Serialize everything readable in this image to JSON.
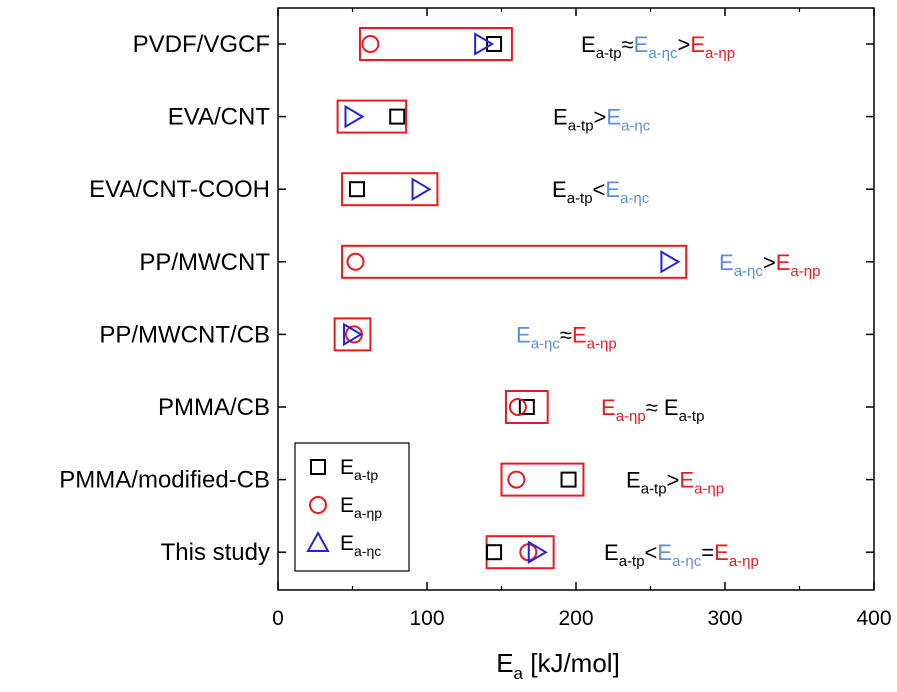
{
  "chart_data": {
    "type": "scatter",
    "categories": [
      "PVDF/VGCF",
      "EVA/CNT",
      "EVA/CNT-COOH",
      "PP/MWCNT",
      "PP/MWCNT/CB",
      "PMMA/CB",
      "PMMA/modified-CB",
      "This study"
    ],
    "series": [
      {
        "name": "E_a-tp",
        "marker": "square",
        "color": "#000000",
        "values": [
          145,
          80,
          53,
          null,
          null,
          167,
          195,
          145
        ]
      },
      {
        "name": "E_a-ηp",
        "marker": "circle",
        "color": "#e8191f",
        "values": [
          62,
          null,
          null,
          52,
          51,
          161,
          160,
          168
        ]
      },
      {
        "name": "E_a-ηc",
        "marker": "triangle",
        "color": "#2323d9",
        "values": [
          137,
          50,
          95,
          262,
          49,
          null,
          null,
          173
        ]
      }
    ],
    "ranges": [
      [
        55,
        157
      ],
      [
        40,
        86
      ],
      [
        43,
        107
      ],
      [
        43,
        274
      ],
      [
        38,
        62
      ],
      [
        153,
        181
      ],
      [
        150,
        205
      ],
      [
        140,
        185
      ]
    ],
    "xlabel": {
      "main": "E",
      "sub": "a",
      "rest": " [kJ/mol]"
    },
    "xlim": [
      0,
      400
    ],
    "xticks": [
      "0",
      "100",
      "200",
      "300",
      "400"
    ],
    "legend": {
      "position": "bottom-left",
      "entries": [
        {
          "main": "E",
          "sub": "a-tp"
        },
        {
          "main": "E",
          "sub": "a-ηp"
        },
        {
          "main": "E",
          "sub": "a-ηc"
        }
      ]
    },
    "annotations": [
      [
        {
          "main": "E",
          "sub": "a-tp",
          "c": "#000000"
        },
        {
          "op": "≈",
          "c": "#000000"
        },
        {
          "main": "E",
          "sub": "a-ηc",
          "c": "#5b8fd6"
        },
        {
          "op": ">",
          "c": "#000000"
        },
        {
          "main": "E",
          "sub": "a-ηp",
          "c": "#e8191f"
        }
      ],
      [
        {
          "main": "E",
          "sub": "a-tp",
          "c": "#000000"
        },
        {
          "op": ">",
          "c": "#000000"
        },
        {
          "main": "E",
          "sub": "a-ηc",
          "c": "#5b8fd6"
        }
      ],
      [
        {
          "main": "E",
          "sub": "a-tp",
          "c": "#000000"
        },
        {
          "op": "<",
          "c": "#000000"
        },
        {
          "main": "E",
          "sub": "a-ηc",
          "c": "#5b8fd6"
        }
      ],
      [
        {
          "main": "E",
          "sub": "a-ηc",
          "c": "#5b8fd6"
        },
        {
          "op": ">",
          "c": "#000000"
        },
        {
          "main": "E",
          "sub": "a-ηp",
          "c": "#e8191f"
        }
      ],
      [
        {
          "main": "E",
          "sub": "a-ηc",
          "c": "#5b8fd6"
        },
        {
          "op": "≈",
          "c": "#000000"
        },
        {
          "main": "E",
          "sub": "a-ηp",
          "c": "#e8191f"
        }
      ],
      [
        {
          "main": "E",
          "sub": "a-ηp",
          "c": "#e8191f"
        },
        {
          "op": "≈ ",
          "c": "#000000"
        },
        {
          "main": "E",
          "sub": "a-tp",
          "c": "#000000"
        }
      ],
      [
        {
          "main": "E",
          "sub": "a-tp",
          "c": "#000000"
        },
        {
          "op": ">",
          "c": "#000000"
        },
        {
          "main": "E",
          "sub": "a-ηp",
          "c": "#e8191f"
        }
      ],
      [
        {
          "main": "E",
          "sub": "a-tp",
          "c": "#000000"
        },
        {
          "op": "<",
          "c": "#000000"
        },
        {
          "main": "E",
          "sub": "a-ηc",
          "c": "#5b8fd6"
        },
        {
          "op": "=",
          "c": "#000000"
        },
        {
          "main": "E",
          "sub": "a-ηp",
          "c": "#e8191f"
        }
      ]
    ],
    "colors": {
      "range_box": "#e8191f",
      "square": "#000000",
      "circle": "#e8191f",
      "triangle": "#2323d9"
    }
  }
}
